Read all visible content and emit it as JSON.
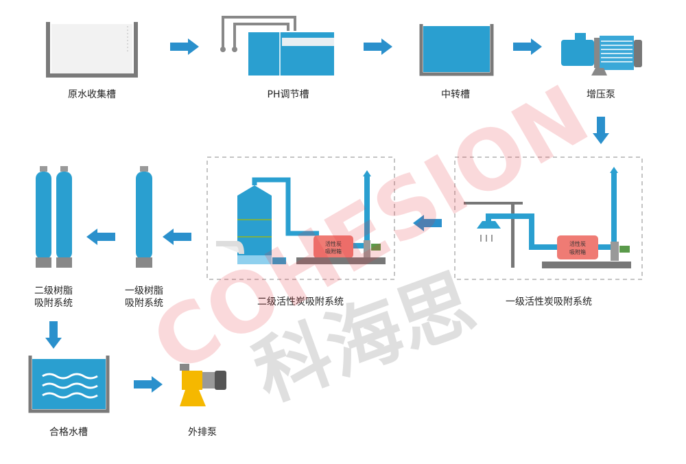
{
  "title": "Wastewater treatment process flow",
  "watermark": {
    "brand_latin": "COHESION",
    "brand_cn": "科海思"
  },
  "stages": {
    "raw_tank": "原水收集槽",
    "ph_tank": "PH调节槽",
    "transfer_tank": "中转槽",
    "booster_pump": "增压泵",
    "carbon_1": "一级活性炭吸附系统",
    "carbon_2": "二级活性炭吸附系统",
    "resin_1_line1": "一级树脂",
    "resin_1_line2": "吸附系统",
    "resin_2_line1": "二级树脂",
    "resin_2_line2": "吸附系统",
    "qualified_tank": "合格水槽",
    "discharge_pump": "外排泵"
  },
  "carbon_box_label": {
    "line1": "活性炭",
    "line2": "吸附箱"
  },
  "colors": {
    "water": "#2a9fd0",
    "arrow": "#2a90cc",
    "frame": "#808080",
    "carbon_box": "#ef7b74",
    "pump_yellow": "#f5b800",
    "watermark_red": "#e8343c"
  }
}
